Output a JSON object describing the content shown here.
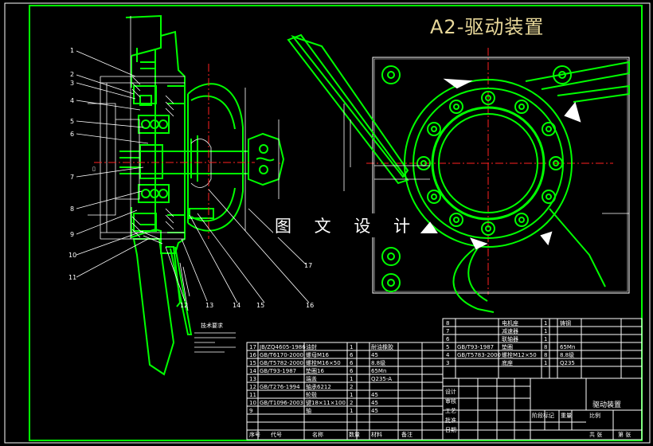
{
  "title": "A2-驱动装置",
  "watermark": "图 文 设 计",
  "callouts": [
    "1",
    "2",
    "3",
    "4",
    "5",
    "6",
    "7",
    "8",
    "9",
    "10",
    "11",
    "12",
    "13",
    "14",
    "15",
    "16",
    "17"
  ],
  "notes_heading": "技术要求",
  "title_block": {
    "drawing_name": "驱动装置",
    "parts_rows": [
      {
        "no": "17",
        "code": "JB/ZQ4605-1986",
        "name": "油封",
        "qty": "1",
        "material": "耐油橡胶"
      },
      {
        "no": "16",
        "code": "GB/T6170-2000",
        "name": "螺母M16",
        "qty": "6",
        "material": "45"
      },
      {
        "no": "15",
        "code": "GB/T5782-2000",
        "name": "螺栓M16×50",
        "qty": "6",
        "material": "8.8级"
      },
      {
        "no": "14",
        "code": "GB/T93-1987",
        "name": "垫圈16",
        "qty": "6",
        "material": "65Mn"
      },
      {
        "no": "13",
        "code": "",
        "name": "端盖",
        "qty": "1",
        "material": "Q235-A"
      },
      {
        "no": "12",
        "code": "GB/T276-1994",
        "name": "轴承6212",
        "qty": "2",
        "material": ""
      },
      {
        "no": "11",
        "code": "",
        "name": "轮毂",
        "qty": "1",
        "material": "45"
      },
      {
        "no": "10",
        "code": "GB/T1096-2003",
        "name": "键18×11×100",
        "qty": "2",
        "material": "45"
      },
      {
        "no": "9",
        "code": "",
        "name": "轴",
        "qty": "1",
        "material": "45"
      }
    ],
    "upper_rows": [
      {
        "no": "8",
        "code": "",
        "name": "电机座",
        "qty": "1",
        "material": "铸钢"
      },
      {
        "no": "7",
        "code": "",
        "name": "减速器",
        "qty": "1",
        "material": ""
      },
      {
        "no": "6",
        "code": "",
        "name": "联轴器",
        "qty": "1",
        "material": ""
      },
      {
        "no": "5",
        "code": "GB/T93-1987",
        "name": "垫圈",
        "qty": "8",
        "material": "65Mn"
      },
      {
        "no": "4",
        "code": "GB/T5783-2000",
        "name": "螺栓M12×50",
        "qty": "8",
        "material": "8.8级"
      },
      {
        "no": "3",
        "code": "",
        "name": "底座",
        "qty": "1",
        "material": "Q235"
      }
    ],
    "header_labels": [
      "序号",
      "代号",
      "名称",
      "数量",
      "材料",
      "备注"
    ],
    "sign_labels": [
      "设计",
      "审核",
      "工艺",
      "批准",
      "日期"
    ],
    "scale_labels": [
      "阶段标记",
      "重量",
      "比例",
      "共 张",
      "第 张"
    ]
  },
  "colors": {
    "outline": "#00ff00",
    "border": "#ffffff",
    "center": "#ff2020",
    "title": "#e8d89a",
    "background": "#000000"
  }
}
